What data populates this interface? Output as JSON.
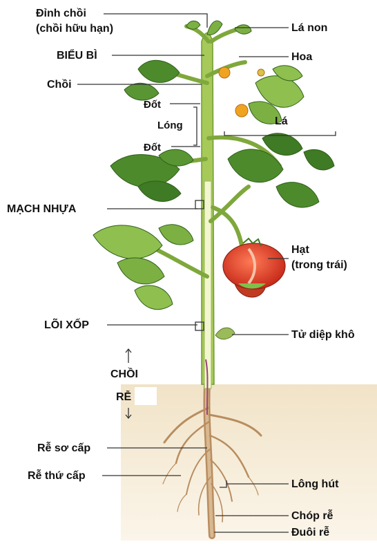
{
  "diagram": {
    "labels_left": {
      "shoot_apex": "Đỉnh chồi",
      "shoot_apex_note": "(chồi hữu hạn)",
      "epidermis": "BIỂU BÌ",
      "shoot": "Chồi",
      "node_upper": "Đốt",
      "internode": "Lóng",
      "node_lower": "Đốt",
      "vascular": "MẠCH NHỰA",
      "pith": "LÕI XỐP",
      "shoot_region": "CHỒI",
      "root_region": "RỄ",
      "primary_root": "Rễ sơ cấp",
      "secondary_root": "Rễ thứ cấp"
    },
    "labels_right": {
      "young_leaf": "Lá non",
      "flower": "Hoa",
      "leaf": "Lá",
      "seed": "Hạt",
      "seed_note": "(trong trái)",
      "dry_cotyledon": "Tử diệp khô",
      "root_hair": "Lông hút",
      "root_cap": "Chóp rễ",
      "root_tip": "Đuôi rễ"
    },
    "colors": {
      "soil": "#efe1c4",
      "stem": "#a9cc5a",
      "leaf_dark": "#4d8a2c",
      "leaf_light": "#8fbf4f",
      "fruit": "#e0402c",
      "root": "#c8a27a",
      "line": "#333333"
    }
  }
}
